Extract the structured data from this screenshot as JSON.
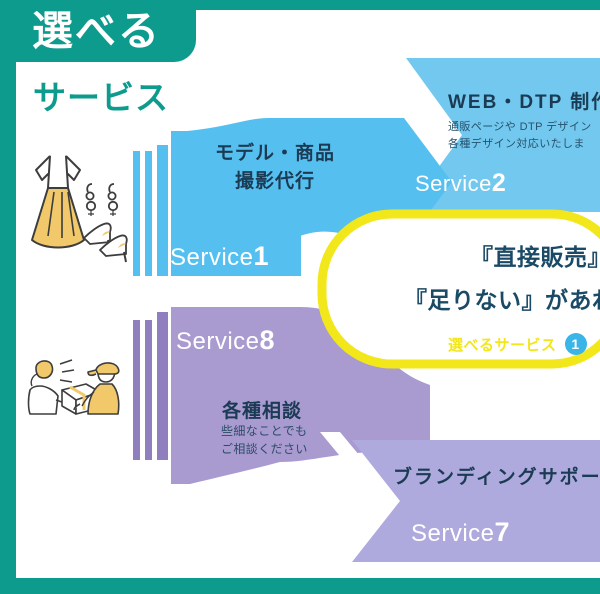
{
  "header": {
    "tab_title": "選べる",
    "subtitle": "サービス",
    "teal": "#0d9b8e"
  },
  "services": [
    {
      "id": "service-1",
      "label_word": "Service",
      "number": "1",
      "title": "モデル・商品",
      "title_line2": "撮影代行",
      "color": "#55c0f0"
    },
    {
      "id": "service-2",
      "label_word": "Service",
      "number": "2",
      "title": "WEB・DTP 制作代",
      "sub_line1": "通販ページや DTP デザイン",
      "sub_line2": "各種デザイン対応いたしま",
      "color": "#72c8ee"
    },
    {
      "id": "service-8",
      "label_word": "Service",
      "number": "8",
      "title": "各種相談",
      "sub_line1": "些細なことでも",
      "sub_line2": "ご相談ください",
      "color": "#a99ad0"
    },
    {
      "id": "service-7",
      "label_word": "Service",
      "number": "7",
      "title": "ブランディングサポート",
      "color": "#aeaadd"
    }
  ],
  "center_callout": {
    "line1": "『直接販売』",
    "line2": "『足りない』があれ",
    "footer_text": "選べるサービス",
    "badge_number": "1",
    "border_color": "#f2e71a",
    "badge_color": "#3ab5e8"
  },
  "illustrations": [
    {
      "id": "fashion-illustration",
      "name": "dress-earrings-heels"
    },
    {
      "id": "delivery-illustration",
      "name": "package-handover"
    }
  ]
}
